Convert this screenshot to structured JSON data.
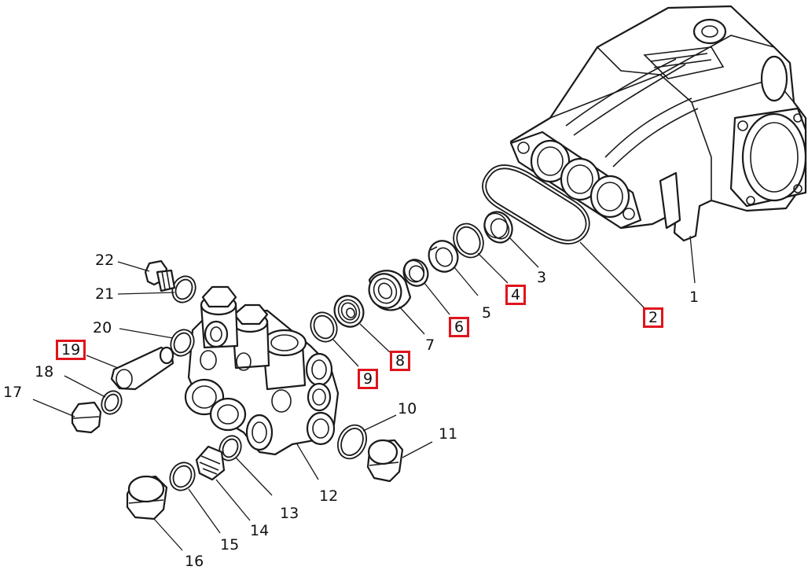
{
  "callouts": {
    "c1": "1",
    "c2": "2",
    "c3": "3",
    "c4": "4",
    "c5": "5",
    "c6": "6",
    "c7": "7",
    "c8": "8",
    "c9": "9",
    "c10": "10",
    "c11": "11",
    "c12": "12",
    "c13": "13",
    "c14": "14",
    "c15": "15",
    "c16": "16",
    "c17": "17",
    "c18": "18",
    "c19": "19",
    "c20": "20",
    "c21": "21",
    "c22": "22"
  },
  "highlighted_callouts": [
    "2",
    "4",
    "6",
    "8",
    "9",
    "19"
  ],
  "colors": {
    "highlight": "#e0141c",
    "line": "#1a1a1a",
    "background": "#ffffff"
  }
}
